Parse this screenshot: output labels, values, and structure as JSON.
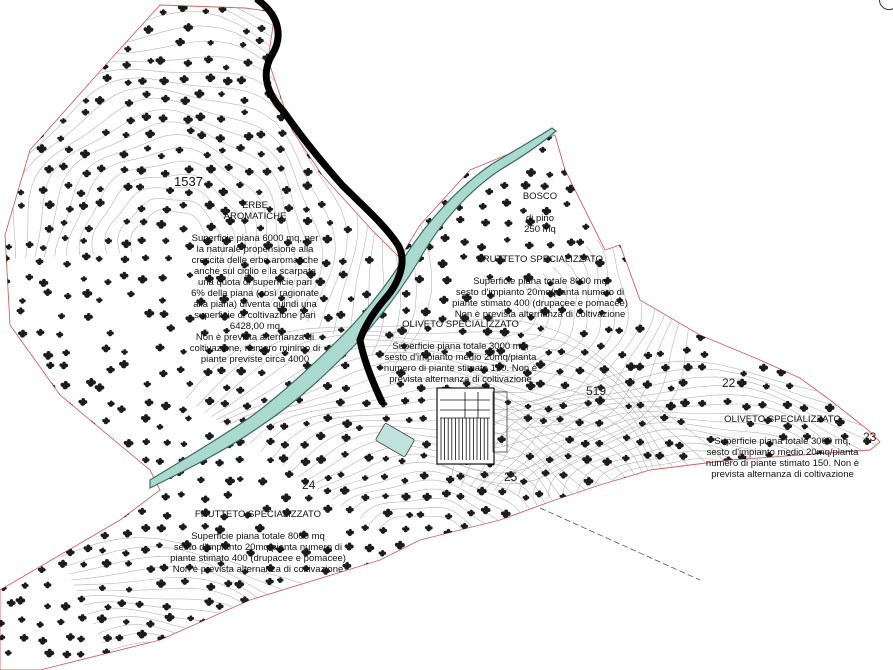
{
  "colors": {
    "background": "#ffffff",
    "creek": "#a9d9cf",
    "creek_edge": "#3c6b62",
    "road": "#000000",
    "property_boundary": "#d46060",
    "contour": "#b5b5b5",
    "tree_symbol": "#1c1c1c"
  },
  "icons": {
    "tree": "tree-symbol-icon",
    "building": "building-footprint-icon",
    "pool": "pool-icon"
  },
  "zones": {
    "erbe": {
      "parcel": "1537",
      "title": "ERBE\nAROMATICHE",
      "body": "Superficie piana 6000 mq, per\nla naturale propensione alla\ncrescita delle erbe aromatiche\nanche sul ciglio e la scarpata\nuna quota di superficie pari\n6% della piana (così ragionate\nalla piana) diventa quindi una\nsuperficie di coltivazione pari\n6428,00 mq\nNon è prevista alternanza di\ncoltivazione, numero minimo di\npiante previste circa 4000"
    },
    "bosco": {
      "title": "BOSCO",
      "body": "di pino\n250 mq"
    },
    "frutteto_nord": {
      "title": "FRUTTETO SPECIALIZZATO",
      "body": "Superficie piana totale 8000 mq\nsesto d'impianto 20mq/pianta numero di\npiante stimato 400 (drupacee e pomacee)\nNon è prevista alternanza di coltivazione"
    },
    "oliveto_centro": {
      "title": "OLIVETO SPECIALIZZATO",
      "body": "Superficie piana totale 3000 mq,\nsesto d'impianto medio 20mq/pianta\nnumero di piante stimato 150. Non è\nprevista alternanza di coltivazione"
    },
    "oliveto_est": {
      "title": "OLIVETO SPECIALIZZATO",
      "body": "Superficie piana totale 3000 mq,\nsesto d'impianto medio 20mq/pianta\nnumero di piante stimato 150. Non è\nprevista alternanza di coltivazione"
    },
    "frutteto_sud": {
      "title": "FRUTTETO SPECIALIZZATO",
      "body": "Superficie piana totale 8000 mq\nsesto d'impianto 20mq/pianta numero di\npiante stimato 400 (drupacee e pomacee)\nNon è prevista alternanza di coltivazione"
    }
  },
  "parcel_numbers": {
    "p519": "519",
    "p22": "22",
    "p24": "24",
    "p25": "25",
    "p23": "23"
  }
}
